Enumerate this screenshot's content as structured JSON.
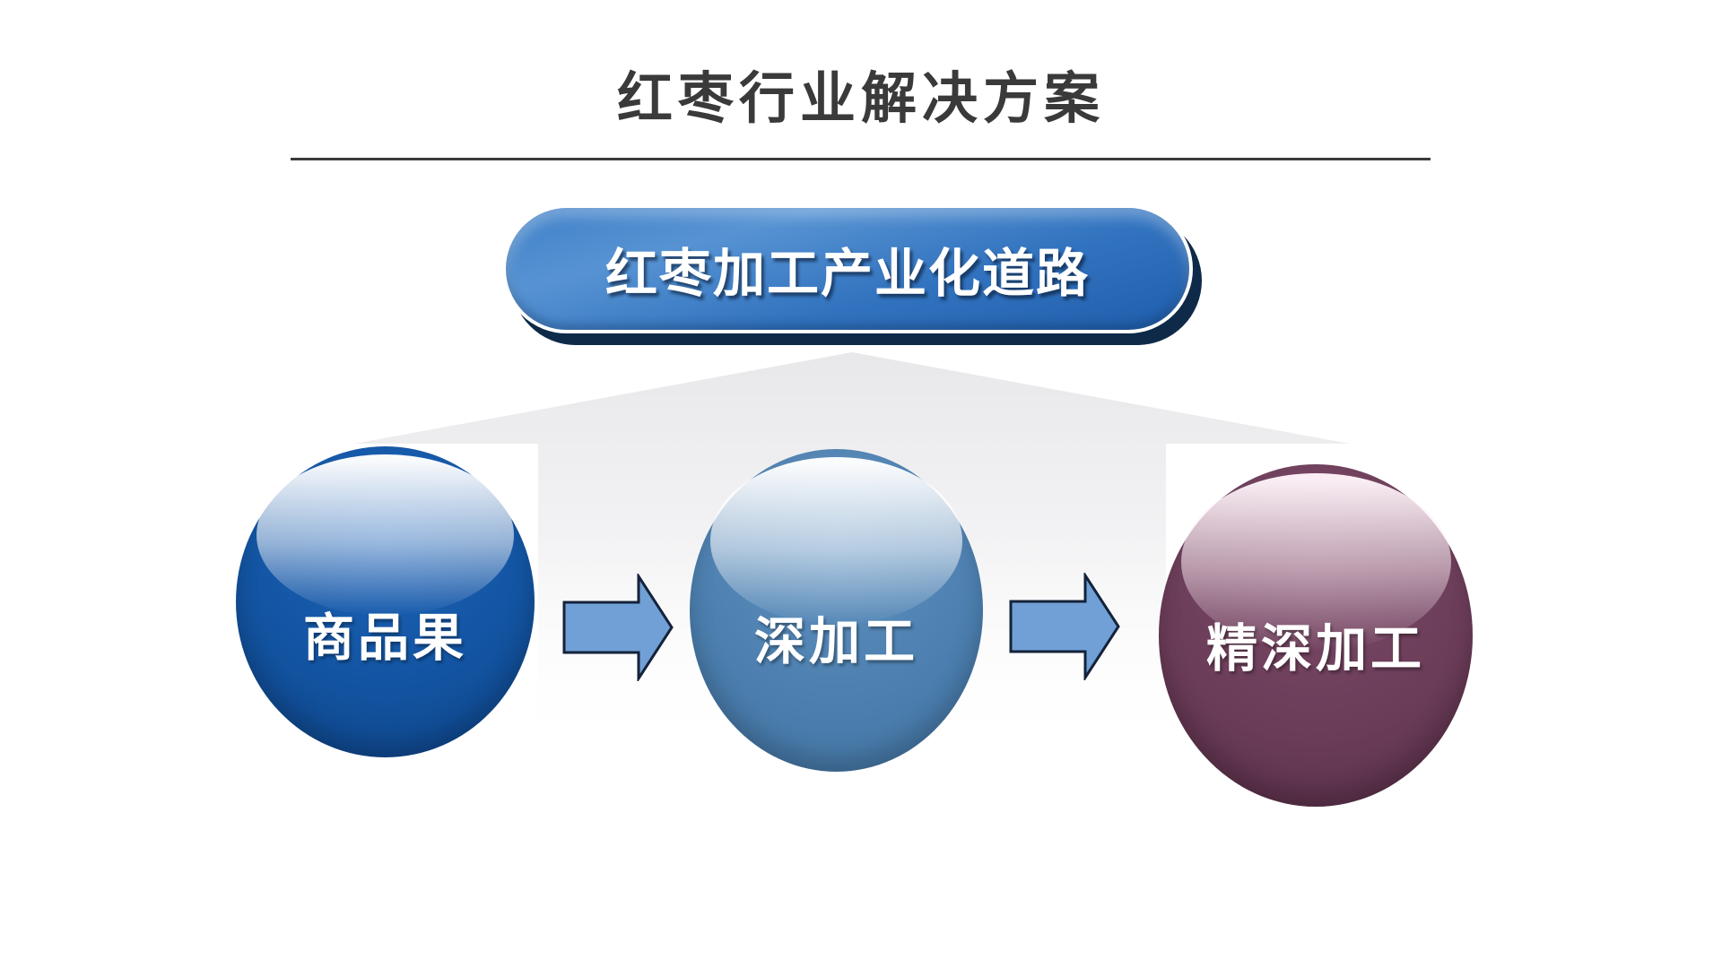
{
  "slide": {
    "title": "红枣行业解决方案",
    "banner": {
      "label": "红枣加工产业化道路"
    },
    "flow": {
      "stages": [
        {
          "label": "商品果"
        },
        {
          "label": "深加工"
        },
        {
          "label": "精深加工"
        }
      ],
      "connector_icon": "right-arrow-icon"
    },
    "palette": {
      "title_text": "#3A3A3A",
      "divider": "#3B3B3B",
      "banner_fill_light": "#5793D3",
      "banner_fill_dark": "#1F5DAB",
      "banner_shadow": "#0E2A48",
      "banner_text": "#FFFFFF",
      "funnel_gray": "#E9E9EB",
      "arrow_fill": "#70A0D5",
      "arrow_outline": "#14223A",
      "sphere1_body": "#1355A3",
      "sphere1_dark": "#0A336B",
      "sphere2_body": "#4C7FAF",
      "sphere2_dark": "#335F8C",
      "sphere3_body": "#6B3C58",
      "sphere3_dark": "#2C0F1E",
      "sphere_text": "#FFFFFF"
    }
  }
}
